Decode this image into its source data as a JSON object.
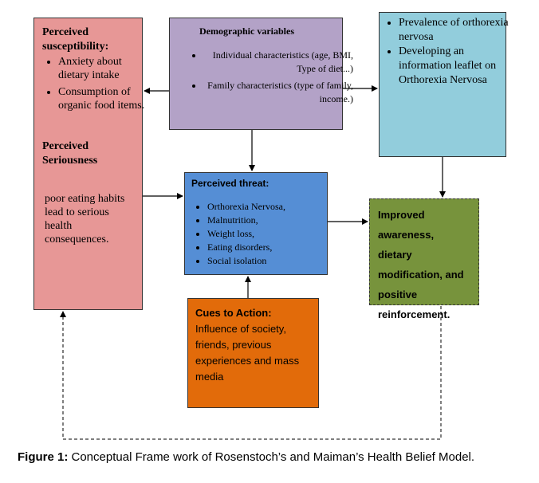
{
  "susceptibility": {
    "title": "Perceived susceptibility:",
    "items": [
      "Anxiety about dietary intake",
      "Consumption of organic food items."
    ],
    "seriousness_title": "Perceived Seriousness",
    "seriousness_text": "poor eating habits lead to serious health consequences."
  },
  "demographics": {
    "title": "Demographic variables",
    "items": [
      "Individual characteristics (age, BMI, Type of diet...)",
      "Family characteristics (type of family, income.)"
    ]
  },
  "prevalence": {
    "items": [
      "Prevalence of orthorexia nervosa",
      "Developing an information leaflet on Orthorexia Nervosa"
    ]
  },
  "threat": {
    "title": "Perceived threat:",
    "items": [
      "Orthorexia Nervosa,",
      "Malnutrition,",
      "Weight loss,",
      "Eating disorders,",
      "Social isolation"
    ]
  },
  "cues": {
    "title": "Cues to Action:",
    "text": " Influence of society, friends, previous experiences and mass media"
  },
  "outcome": {
    "text": "Improved awareness, dietary modification, and positive reinforcement."
  },
  "caption": {
    "label": "Figure 1:",
    "text": " Conceptual Frame work of Rosenstoch’s and Maiman’s Health Belief Model."
  },
  "colors": {
    "susceptibility": "#e79796",
    "demographics": "#b3a2c7",
    "prevalence": "#92cddc",
    "threat": "#558ed5",
    "cues": "#e26b0a",
    "outcome": "#77933c"
  }
}
